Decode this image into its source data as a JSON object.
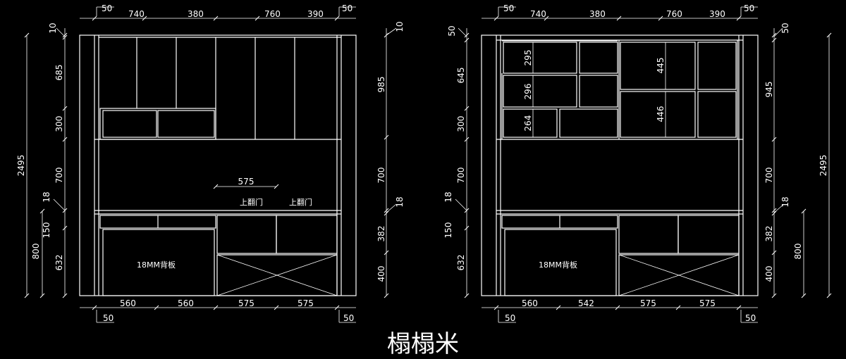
{
  "title": "榻榻米",
  "left_elevation": {
    "top_widths": [
      "50",
      "740",
      "380",
      "760",
      "390",
      "50"
    ],
    "bottom_widths": [
      "50",
      "560",
      "560",
      "575",
      "575",
      "50"
    ],
    "left_outer": "2495",
    "left_heights": [
      "10",
      "685",
      "300",
      "700",
      "150",
      "632"
    ],
    "left_extra": [
      "18",
      "800"
    ],
    "right_heights": [
      "10",
      "985",
      "700",
      "18",
      "382",
      "400"
    ],
    "inner_dim": "575",
    "door_label_1": "上翻门",
    "door_label_2": "上翻门",
    "back_panel": "18MM背板"
  },
  "right_elevation": {
    "top_widths": [
      "50",
      "740",
      "380",
      "760",
      "390",
      "50"
    ],
    "bottom_widths": [
      "50",
      "560",
      "542",
      "575",
      "575",
      "50"
    ],
    "right_outer": "2495",
    "left_heights": [
      "50",
      "645",
      "300",
      "700",
      "18",
      "150",
      "632"
    ],
    "right_heights": [
      "50",
      "945",
      "700",
      "18",
      "382",
      "400"
    ],
    "right_extra": "800",
    "shelf_dims": [
      "295",
      "296",
      "264",
      "445",
      "446"
    ],
    "back_panel": "18MM背板"
  }
}
